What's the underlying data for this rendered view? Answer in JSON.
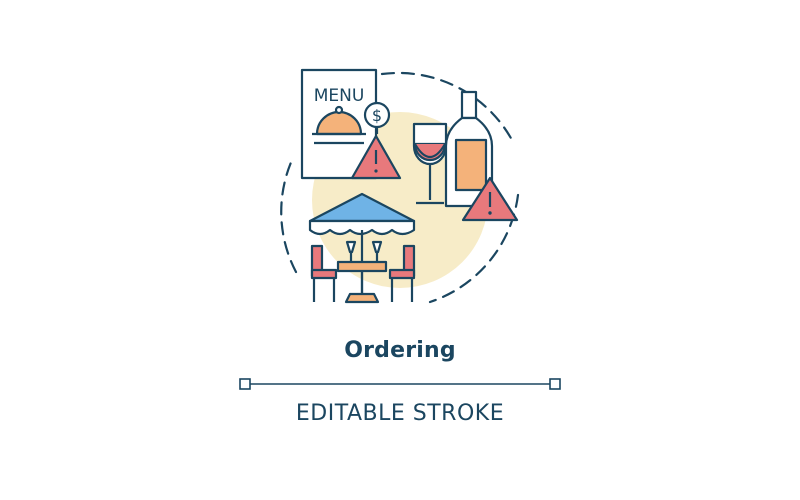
{
  "illustration": {
    "menu_label": "MENU",
    "currency_symbol": "$",
    "colors": {
      "stroke": "#1b4660",
      "background_blob": "#f7ecc8",
      "umbrella": "#6fb3e6",
      "warning": "#e8797c",
      "wine": "#e8797c",
      "bottle": "#f4b27a",
      "table": "#f4b27a",
      "chairs": "#e8797c",
      "cloche": "#f4b27a"
    },
    "icons": [
      "menu-icon",
      "cloche-icon",
      "dollar-icon",
      "warning-icon",
      "wine-glass-icon",
      "wine-bottle-icon",
      "umbrella-table-icon",
      "chair-icon"
    ]
  },
  "caption": {
    "title": "Ordering",
    "subtitle": "EDITABLE STROKE"
  }
}
